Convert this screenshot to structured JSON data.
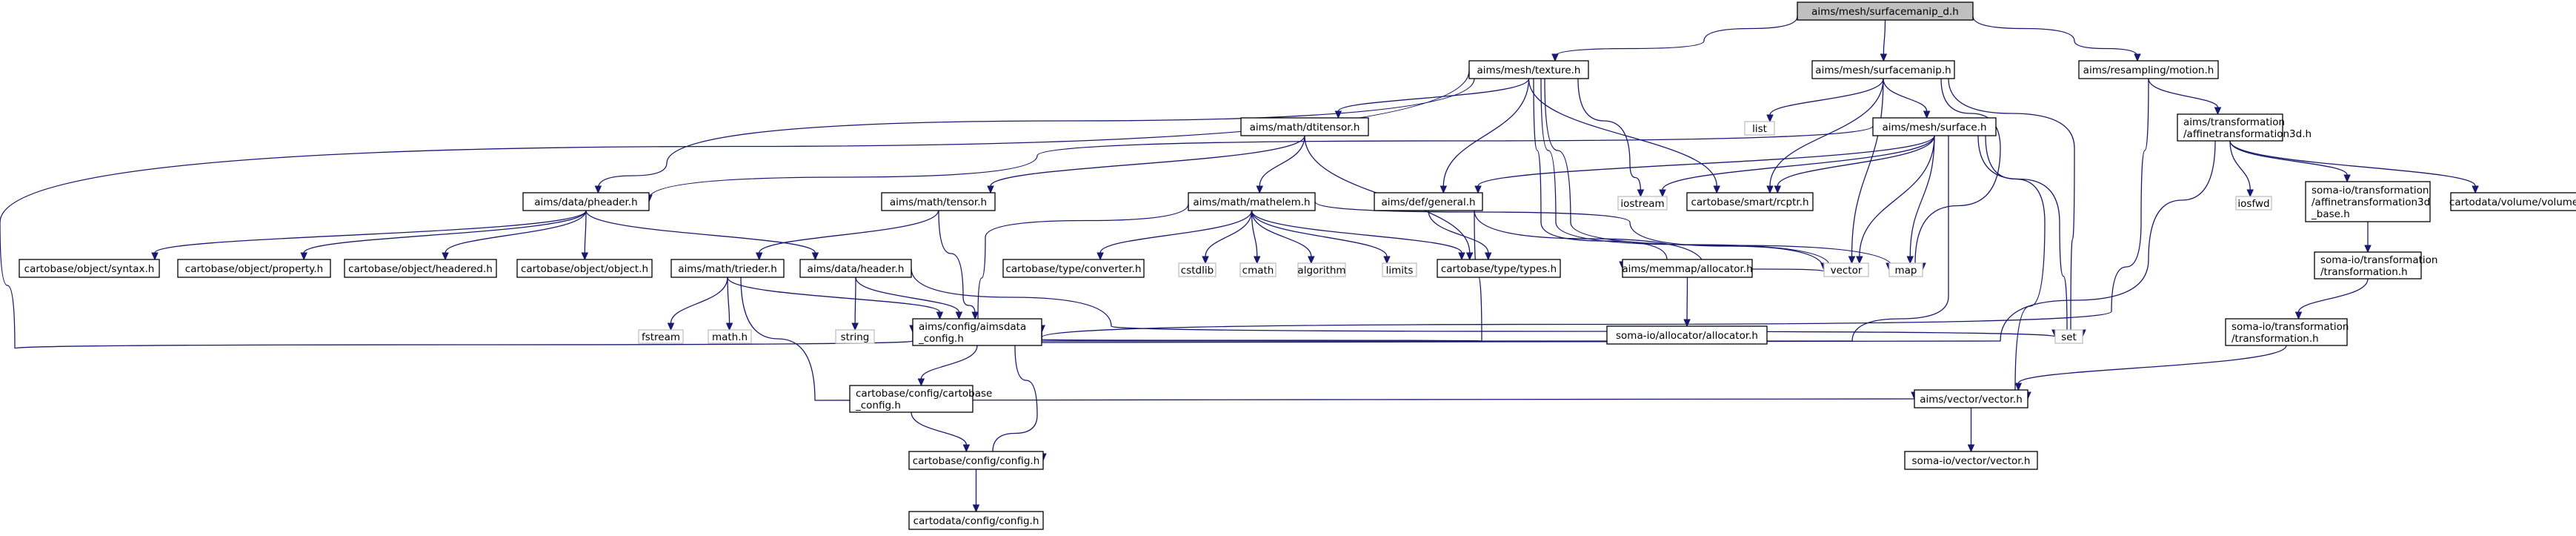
{
  "root": "aims/mesh/surfacemanip_d.h",
  "nodes": {
    "root": {
      "label": [
        "aims/mesh/surfacemanip_d.h"
      ],
      "kind": "root"
    },
    "texture": {
      "label": [
        "aims/mesh/texture.h"
      ],
      "kind": "project"
    },
    "surfacemanip": {
      "label": [
        "aims/mesh/surfacemanip.h"
      ],
      "kind": "project"
    },
    "motion": {
      "label": [
        "aims/resampling/motion.h"
      ],
      "kind": "project"
    },
    "dtitensor": {
      "label": [
        "aims/math/dtitensor.h"
      ],
      "kind": "project"
    },
    "list": {
      "label": [
        "list"
      ],
      "kind": "system"
    },
    "surface": {
      "label": [
        "aims/mesh/surface.h"
      ],
      "kind": "project"
    },
    "affine3d": {
      "label": [
        "aims/transformation",
        "/affinetransformation3d.h"
      ],
      "kind": "project"
    },
    "pheader": {
      "label": [
        "aims/data/pheader.h"
      ],
      "kind": "project"
    },
    "tensor": {
      "label": [
        "aims/math/tensor.h"
      ],
      "kind": "project"
    },
    "mathelem": {
      "label": [
        "aims/math/mathelem.h"
      ],
      "kind": "project"
    },
    "general": {
      "label": [
        "aims/def/general.h"
      ],
      "kind": "project"
    },
    "iostream": {
      "label": [
        "iostream"
      ],
      "kind": "system"
    },
    "rcptr": {
      "label": [
        "cartobase/smart/rcptr.h"
      ],
      "kind": "project"
    },
    "iosfwd": {
      "label": [
        "iosfwd"
      ],
      "kind": "system"
    },
    "affine3dbase": {
      "label": [
        "soma-io/transformation",
        "/affinetransformation3d",
        "_base.h"
      ],
      "kind": "project"
    },
    "volume": {
      "label": [
        "cartodata/volume/volume.h"
      ],
      "kind": "project"
    },
    "syntax": {
      "label": [
        "cartobase/object/syntax.h"
      ],
      "kind": "project"
    },
    "property": {
      "label": [
        "cartobase/object/property.h"
      ],
      "kind": "project"
    },
    "headered": {
      "label": [
        "cartobase/object/headered.h"
      ],
      "kind": "project"
    },
    "object": {
      "label": [
        "cartobase/object/object.h"
      ],
      "kind": "project"
    },
    "triader": {
      "label": [
        "aims/math/trieder.h"
      ],
      "kind": "project"
    },
    "header": {
      "label": [
        "aims/data/header.h"
      ],
      "kind": "project"
    },
    "converter": {
      "label": [
        "cartobase/type/converter.h"
      ],
      "kind": "project"
    },
    "cstdlib": {
      "label": [
        "cstdlib"
      ],
      "kind": "system"
    },
    "cmath": {
      "label": [
        "cmath"
      ],
      "kind": "system"
    },
    "algorithm": {
      "label": [
        "algorithm"
      ],
      "kind": "system"
    },
    "limits": {
      "label": [
        "limits"
      ],
      "kind": "system"
    },
    "types": {
      "label": [
        "cartobase/type/types.h"
      ],
      "kind": "project"
    },
    "allocator": {
      "label": [
        "aims/memmap/allocator.h"
      ],
      "kind": "project"
    },
    "vector": {
      "label": [
        "vector"
      ],
      "kind": "system"
    },
    "map": {
      "label": [
        "map"
      ],
      "kind": "system"
    },
    "somatransfo1": {
      "label": [
        "soma-io/transformation",
        "/transformation.h"
      ],
      "kind": "project"
    },
    "fstream": {
      "label": [
        "fstream"
      ],
      "kind": "system"
    },
    "mathh": {
      "label": [
        "math.h"
      ],
      "kind": "system"
    },
    "string": {
      "label": [
        "string"
      ],
      "kind": "system"
    },
    "aimsdata": {
      "label": [
        "aims/config/aimsdata",
        "_config.h"
      ],
      "kind": "project"
    },
    "set": {
      "label": [
        "set"
      ],
      "kind": "system"
    },
    "somaalloc": {
      "label": [
        "soma-io/allocator/allocator.h"
      ],
      "kind": "project"
    },
    "somatransfo2": {
      "label": [
        "soma-io/transformation",
        "/transformation.h"
      ],
      "kind": "project"
    },
    "cartobasecfg": {
      "label": [
        "cartobase/config/cartobase",
        "_config.h"
      ],
      "kind": "project"
    },
    "aimsvector": {
      "label": [
        "aims/vector/vector.h"
      ],
      "kind": "project"
    },
    "cartoconfig": {
      "label": [
        "cartobase/config/config.h"
      ],
      "kind": "project"
    },
    "somavector": {
      "label": [
        "soma-io/vector/vector.h"
      ],
      "kind": "project"
    },
    "cartodatacfg": {
      "label": [
        "cartodata/config/config.h"
      ],
      "kind": "project"
    }
  },
  "edges": [
    [
      "root",
      "texture"
    ],
    [
      "root",
      "surfacemanip"
    ],
    [
      "root",
      "motion"
    ],
    [
      "texture",
      "dtitensor"
    ],
    [
      "texture",
      "pheader"
    ],
    [
      "texture",
      "general"
    ],
    [
      "texture",
      "iostream"
    ],
    [
      "texture",
      "rcptr"
    ],
    [
      "texture",
      "aimsdata"
    ],
    [
      "texture",
      "vector"
    ],
    [
      "texture",
      "map"
    ],
    [
      "texture",
      "allocator"
    ],
    [
      "surfacemanip",
      "list"
    ],
    [
      "surfacemanip",
      "surface"
    ],
    [
      "surfacemanip",
      "rcptr"
    ],
    [
      "surfacemanip",
      "vector"
    ],
    [
      "surfacemanip",
      "map"
    ],
    [
      "surfacemanip",
      "set"
    ],
    [
      "motion",
      "affine3d"
    ],
    [
      "motion",
      "aimsdata"
    ],
    [
      "dtitensor",
      "tensor"
    ],
    [
      "dtitensor",
      "mathelem"
    ],
    [
      "dtitensor",
      "types"
    ],
    [
      "surface",
      "pheader"
    ],
    [
      "surface",
      "general"
    ],
    [
      "surface",
      "iostream"
    ],
    [
      "surface",
      "rcptr"
    ],
    [
      "surface",
      "vector"
    ],
    [
      "surface",
      "map"
    ],
    [
      "surface",
      "set"
    ],
    [
      "surface",
      "aimsdata"
    ],
    [
      "surface",
      "aimsvector"
    ],
    [
      "affine3d",
      "iosfwd"
    ],
    [
      "affine3d",
      "affine3dbase"
    ],
    [
      "affine3d",
      "volume"
    ],
    [
      "affine3d",
      "aimsdata"
    ],
    [
      "pheader",
      "syntax"
    ],
    [
      "pheader",
      "property"
    ],
    [
      "pheader",
      "headered"
    ],
    [
      "pheader",
      "object"
    ],
    [
      "pheader",
      "header"
    ],
    [
      "tensor",
      "triader"
    ],
    [
      "tensor",
      "aimsdata"
    ],
    [
      "mathelem",
      "converter"
    ],
    [
      "mathelem",
      "cstdlib"
    ],
    [
      "mathelem",
      "cmath"
    ],
    [
      "mathelem",
      "algorithm"
    ],
    [
      "mathelem",
      "limits"
    ],
    [
      "mathelem",
      "types"
    ],
    [
      "mathelem",
      "vector"
    ],
    [
      "mathelem",
      "aimsdata"
    ],
    [
      "general",
      "types"
    ],
    [
      "general",
      "vector"
    ],
    [
      "general",
      "aimsdata"
    ],
    [
      "affine3dbase",
      "somatransfo1"
    ],
    [
      "triader",
      "fstream"
    ],
    [
      "triader",
      "mathh"
    ],
    [
      "triader",
      "aimsdata"
    ],
    [
      "triader",
      "aimsvector"
    ],
    [
      "header",
      "string"
    ],
    [
      "header",
      "aimsdata"
    ],
    [
      "header",
      "set"
    ],
    [
      "allocator",
      "somaalloc"
    ],
    [
      "somatransfo1",
      "somatransfo2"
    ],
    [
      "somatransfo2",
      "aimsvector"
    ],
    [
      "aimsdata",
      "cartobasecfg"
    ],
    [
      "aimsdata",
      "cartoconfig"
    ],
    [
      "cartobasecfg",
      "cartoconfig"
    ],
    [
      "aimsvector",
      "somavector"
    ],
    [
      "cartoconfig",
      "cartodatacfg"
    ]
  ]
}
